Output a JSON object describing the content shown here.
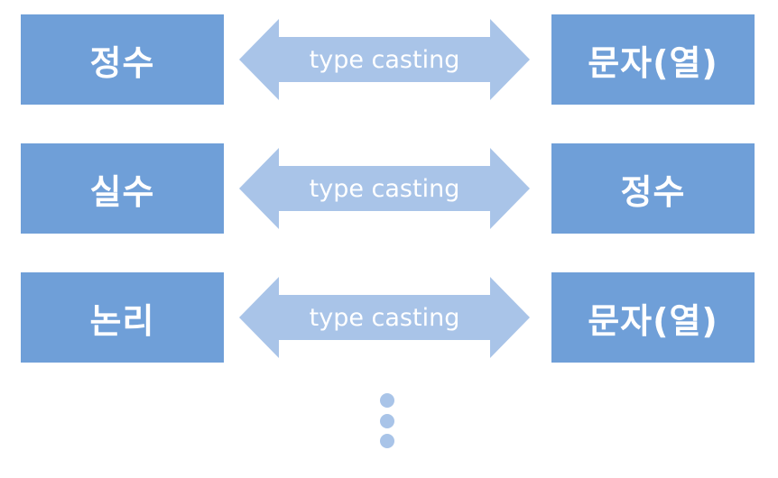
{
  "rows": [
    {
      "left": "정수",
      "arrow_label": "type casting",
      "right": "문자(열)"
    },
    {
      "left": "실수",
      "arrow_label": "type casting",
      "right": "정수"
    },
    {
      "left": "논리",
      "arrow_label": "type casting",
      "right": "문자(열)"
    }
  ],
  "colors": {
    "box": "#6f9fd8",
    "arrow": "#a9c4e8",
    "text": "#ffffff"
  }
}
